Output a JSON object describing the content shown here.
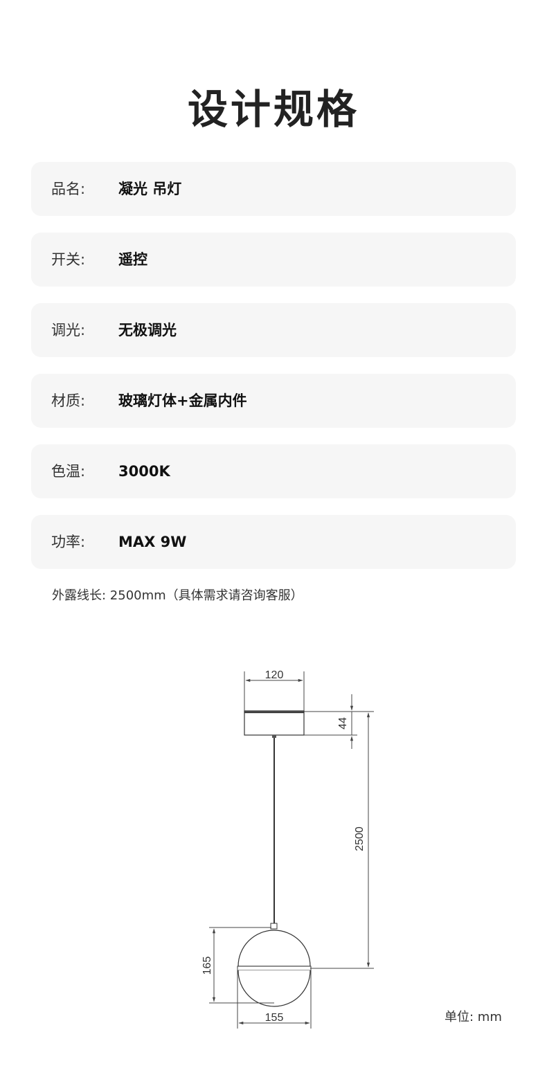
{
  "title": "设计规格",
  "specs": [
    {
      "label": "品名:",
      "value": "凝光 吊灯"
    },
    {
      "label": "开关:",
      "value": "遥控"
    },
    {
      "label": "调光:",
      "value": "无极调光"
    },
    {
      "label": "材质:",
      "value": "玻璃灯体+金属内件"
    },
    {
      "label": "色温:",
      "value": "3000K"
    },
    {
      "label": "功率:",
      "value": "MAX 9W"
    }
  ],
  "note": "外露线长: 2500mm（具体需求请咨询客服）",
  "diagram": {
    "dim_canopy_width": "120",
    "dim_canopy_height": "44",
    "dim_cable_length": "2500",
    "dim_globe_height": "165",
    "dim_globe_width": "155"
  },
  "unit": "单位: mm"
}
